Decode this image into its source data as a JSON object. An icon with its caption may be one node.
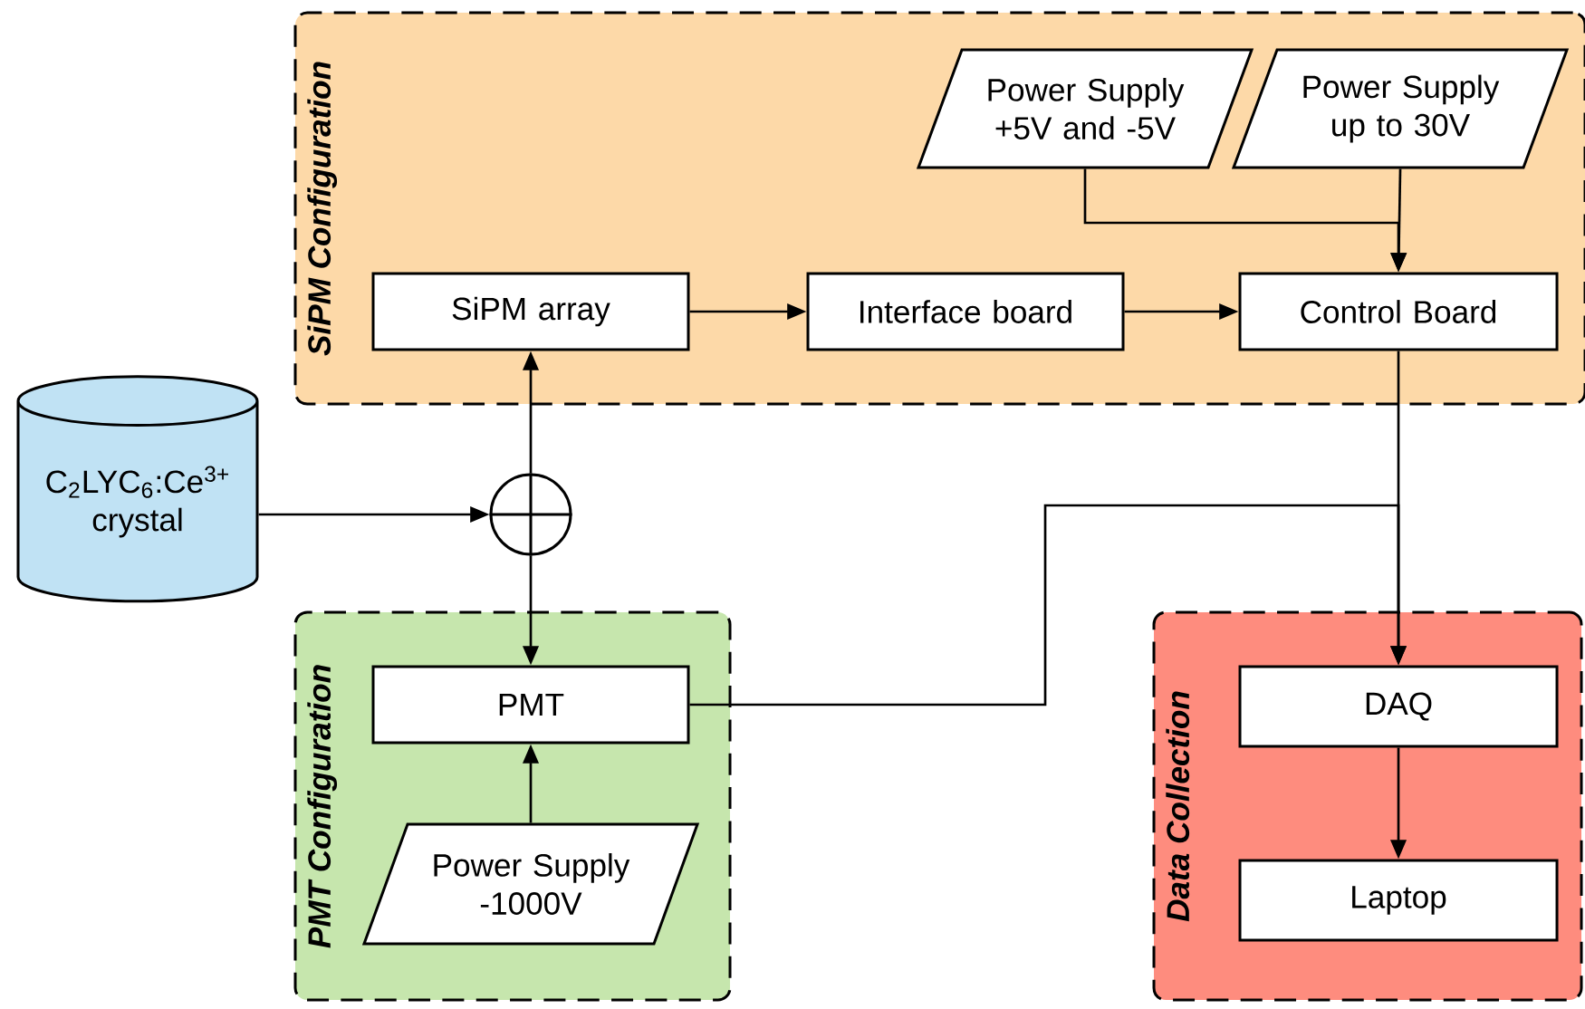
{
  "diagram": {
    "nodes": [
      {
        "text": [
          "SiPM Configuration"
        ]
      },
      {
        "text": [
          "Power Supply +5V and -5V"
        ],
        "in": 0
      },
      {
        "text": [
          "Power Supply up to 30V"
        ],
        "in": 0
      },
      {
        "text": [
          "SiPM array"
        ],
        "in": 0
      },
      {
        "text": [
          "Interface board"
        ],
        "in": 0
      },
      {
        "text": [
          "Control Board"
        ],
        "in": 0
      },
      {
        "text": [
          "C$_{2}$LYC$_{6}$:Ce$^{3+}$ crystal"
        ]
      },
      {
        "text": [],
        "shape": "circle"
      },
      {
        "text": [
          "PMT Configuration"
        ]
      },
      {
        "text": [
          "PMT"
        ],
        "in": 8
      },
      {
        "text": [
          "Power Supply -1000V"
        ],
        "in": 8
      },
      {
        "text": [
          "Data Collection"
        ]
      },
      {
        "text": [
          "DAQ"
        ],
        "in": 11
      },
      {
        "text": [
          "Laptop"
        ],
        "in": 11
      }
    ],
    "edges": [
      {
        "from": 1,
        "to": 5,
        "arrow": "to"
      },
      {
        "from": 2,
        "to": 5,
        "arrow": "to"
      },
      {
        "from": 3,
        "to": 4,
        "arrow": "to"
      },
      {
        "from": 4,
        "to": 5,
        "arrow": "to"
      },
      {
        "from": 6,
        "to": 7,
        "arrow": "to"
      },
      {
        "from": 7,
        "to": 3,
        "arrow": "to"
      },
      {
        "from": 7,
        "to": 9,
        "arrow": "to"
      },
      {
        "from": 10,
        "to": 9,
        "arrow": "to"
      },
      {
        "from": 5,
        "to": 12,
        "arrow": "to"
      },
      {
        "from": 9,
        "to": 12,
        "arrow": "to"
      },
      {
        "from": 12,
        "to": 13,
        "arrow": "to"
      }
    ]
  }
}
